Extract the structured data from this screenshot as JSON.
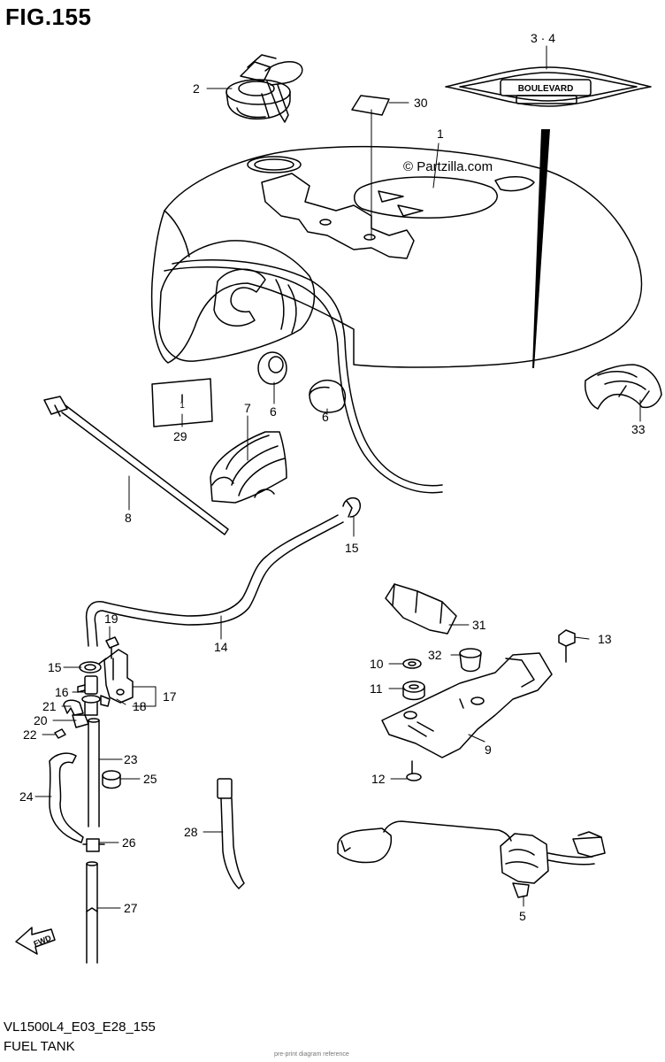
{
  "figure": {
    "title": "FIG.155",
    "code": "VL1500L4_E03_E28_155",
    "name": "FUEL TANK",
    "watermark": "© Partzilla.com",
    "footer_note": "pre-print diagram reference",
    "emblem_text": "BOULEVARD",
    "fwd_text": "FWD"
  },
  "callouts": {
    "c1": "1",
    "c2": "2",
    "c34": "3 · 4",
    "c5": "5",
    "c6a": "6",
    "c6b": "6",
    "c7": "7",
    "c8": "8",
    "c9": "9",
    "c10": "10",
    "c11": "11",
    "c12": "12",
    "c13": "13",
    "c14": "14",
    "c15a": "15",
    "c15b": "15",
    "c16": "16",
    "c17": "17",
    "c18": "18",
    "c19": "19",
    "c20": "20",
    "c21": "21",
    "c22": "22",
    "c23": "23",
    "c24": "24",
    "c25": "25",
    "c26": "26",
    "c27": "27",
    "c28": "28",
    "c29": "29",
    "c30": "30",
    "c31": "31",
    "c32": "32",
    "c33": "33"
  },
  "sticker_29_text": "1"
}
